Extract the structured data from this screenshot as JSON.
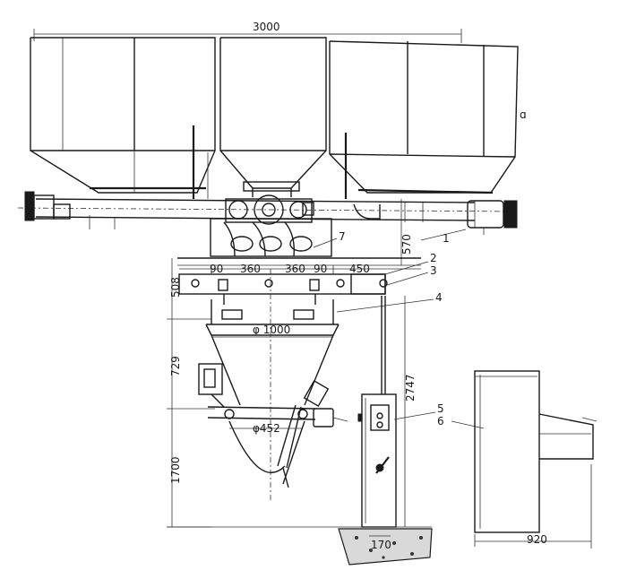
{
  "dimensions": {
    "total_width": "3000",
    "height_570": "570",
    "seg_90_left": "90",
    "seg_360_left": "360",
    "seg_360_right": "360",
    "seg_90_right": "90",
    "seg_450": "450",
    "height_508": "508",
    "dia_1000": "φ 1000",
    "height_729": "729",
    "dia_452": "φ452",
    "height_1700": "1700",
    "height_2747": "2747",
    "width_170": "170",
    "width_920": "920"
  },
  "callouts": [
    "1",
    "2",
    "3",
    "4",
    "5",
    "6",
    "7"
  ]
}
